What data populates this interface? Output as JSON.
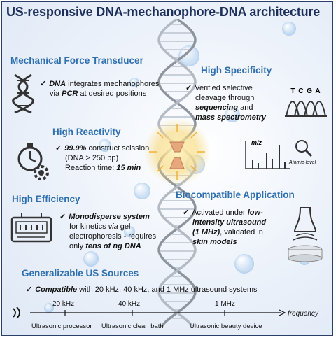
{
  "title": "US-responsive DNA-mechanophore-DNA architecture",
  "sections": {
    "transducer": {
      "heading": "Mechanical Force Transducer",
      "l1a": "DNA",
      "l1b": " integrates mechanophores",
      "l2a": "via ",
      "l2b": "PCR",
      "l2c": " at desired positions"
    },
    "reactivity": {
      "heading": "High Reactivity",
      "l1a": "99.9%",
      "l1b": " construct scission",
      "l2": "(DNA > 250 bp)",
      "l3a": "Reaction time: ",
      "l3b": "15 min"
    },
    "efficiency": {
      "heading": "High Efficiency",
      "l1": "Monodisperse system",
      "l2a": "for kinetics ",
      "l2b": "via",
      "l2c": " gel",
      "l3": "electrophoresis - requires",
      "l4a": "only ",
      "l4b": "tens of ng DNA"
    },
    "specificity": {
      "heading": "High Specificity",
      "l1": "Verified selective",
      "l2": "cleavage through",
      "l3a": "sequencing",
      "l3b": " and",
      "l4": "mass spectrometry",
      "seq_letters": "T C G A",
      "mz": "m/z",
      "atomic": "Atomic-level"
    },
    "biocompat": {
      "heading": "Biocompatible Application",
      "l1a": "Activated under ",
      "l1b": "low-",
      "l2": "intensity ultrasound",
      "l3a": "(1 MHz)",
      "l3b": ", validated in",
      "l4": "skin models"
    },
    "sources": {
      "heading": "Generalizable US Sources",
      "l1a": "Compatible",
      "l1b": " with 20 kHz, 40 kHz, and 1 MHz ultrasound systems"
    }
  },
  "axis": {
    "tick1": "20 kHz",
    "tick2": "40 kHz",
    "tick3": "1 MHz",
    "label": "frequency",
    "src1": "Ultrasonic processor",
    "src2": "Ultrasonic clean bath",
    "src3": "Ultrasonic beauty device"
  },
  "colors": {
    "title": "#1c2f5a",
    "heading": "#2e6fae",
    "text": "#111111",
    "accent_glow": "#f2c14e"
  }
}
